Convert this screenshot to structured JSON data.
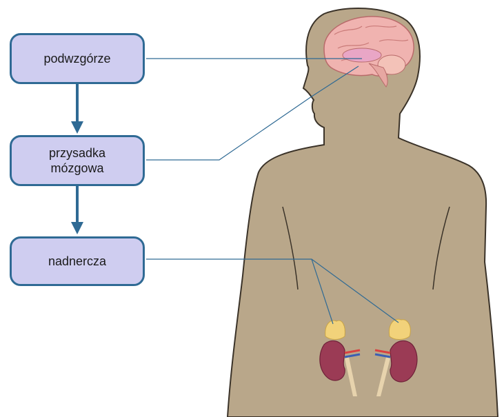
{
  "diagram": {
    "boxes": {
      "hypothalamus": {
        "label": "podwzgórze"
      },
      "pituitary": {
        "label_line1": "przysadka",
        "label_line2": "mózgowa"
      },
      "adrenal": {
        "label": "nadnercza"
      }
    },
    "colors": {
      "box_fill": "#cfcdf0",
      "box_border": "#2f6a94",
      "arrow": "#2f6a94",
      "leader_line": "#2f6a94",
      "body_silhouette": "#b9a78a",
      "brain": "#f0b3b0",
      "kidney": "#9b3b55",
      "adrenal_gland": "#f2d27a"
    }
  }
}
